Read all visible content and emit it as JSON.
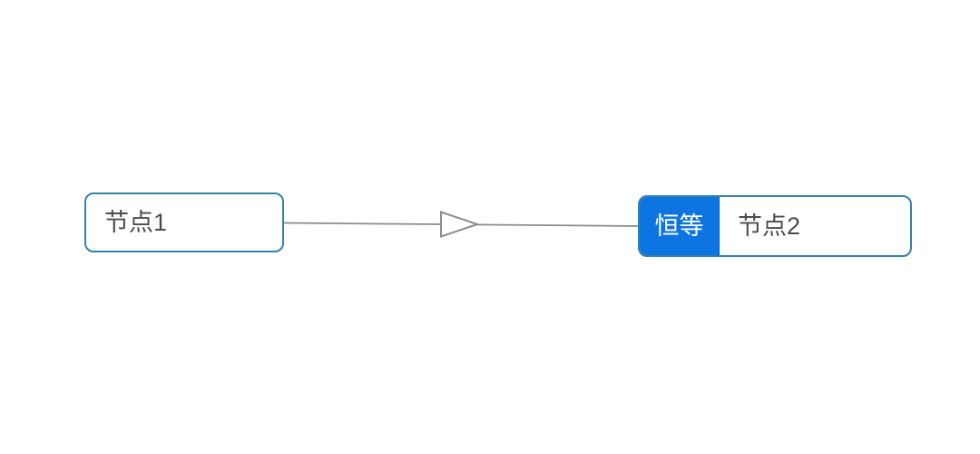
{
  "diagram": {
    "type": "flow-graph",
    "nodes": [
      {
        "id": "node1",
        "label": "节点1"
      },
      {
        "id": "node2",
        "label": "节点2",
        "badge": "恒等"
      }
    ],
    "edges": [
      {
        "from": "node1",
        "to": "node2",
        "style": "hollow-triangle-midpoint"
      }
    ]
  },
  "colors": {
    "canvas_bg": "#ffffff",
    "node_border": "#3183a7",
    "badge_blue": "#0c75e1",
    "badge_edge": "#0a63c8",
    "badge_text": "#ffffff",
    "label_text": "#4d4d4d",
    "edge_gray": "#8c8c8c"
  }
}
